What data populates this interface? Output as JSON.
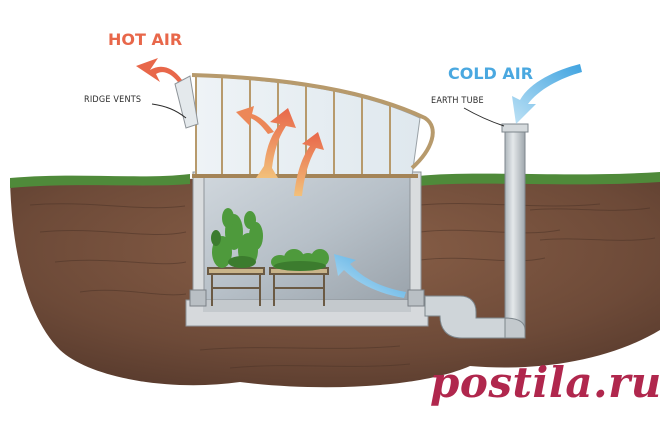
{
  "labels": {
    "hot_air": "HOT AIR",
    "cold_air": "COLD AIR",
    "ridge_vents": "RIDGE VENTS",
    "earth_tube": "EARTH TUBE"
  },
  "watermark": {
    "text": "postila.ru"
  },
  "colors": {
    "hot_air": "#e8674a",
    "cold_air": "#5ab4e6",
    "soil": "#6e4a38",
    "grass": "#4f8a3a",
    "plants": "#4e9a3c",
    "tube": "#c9cfd3",
    "watermark": "#b0274d"
  }
}
